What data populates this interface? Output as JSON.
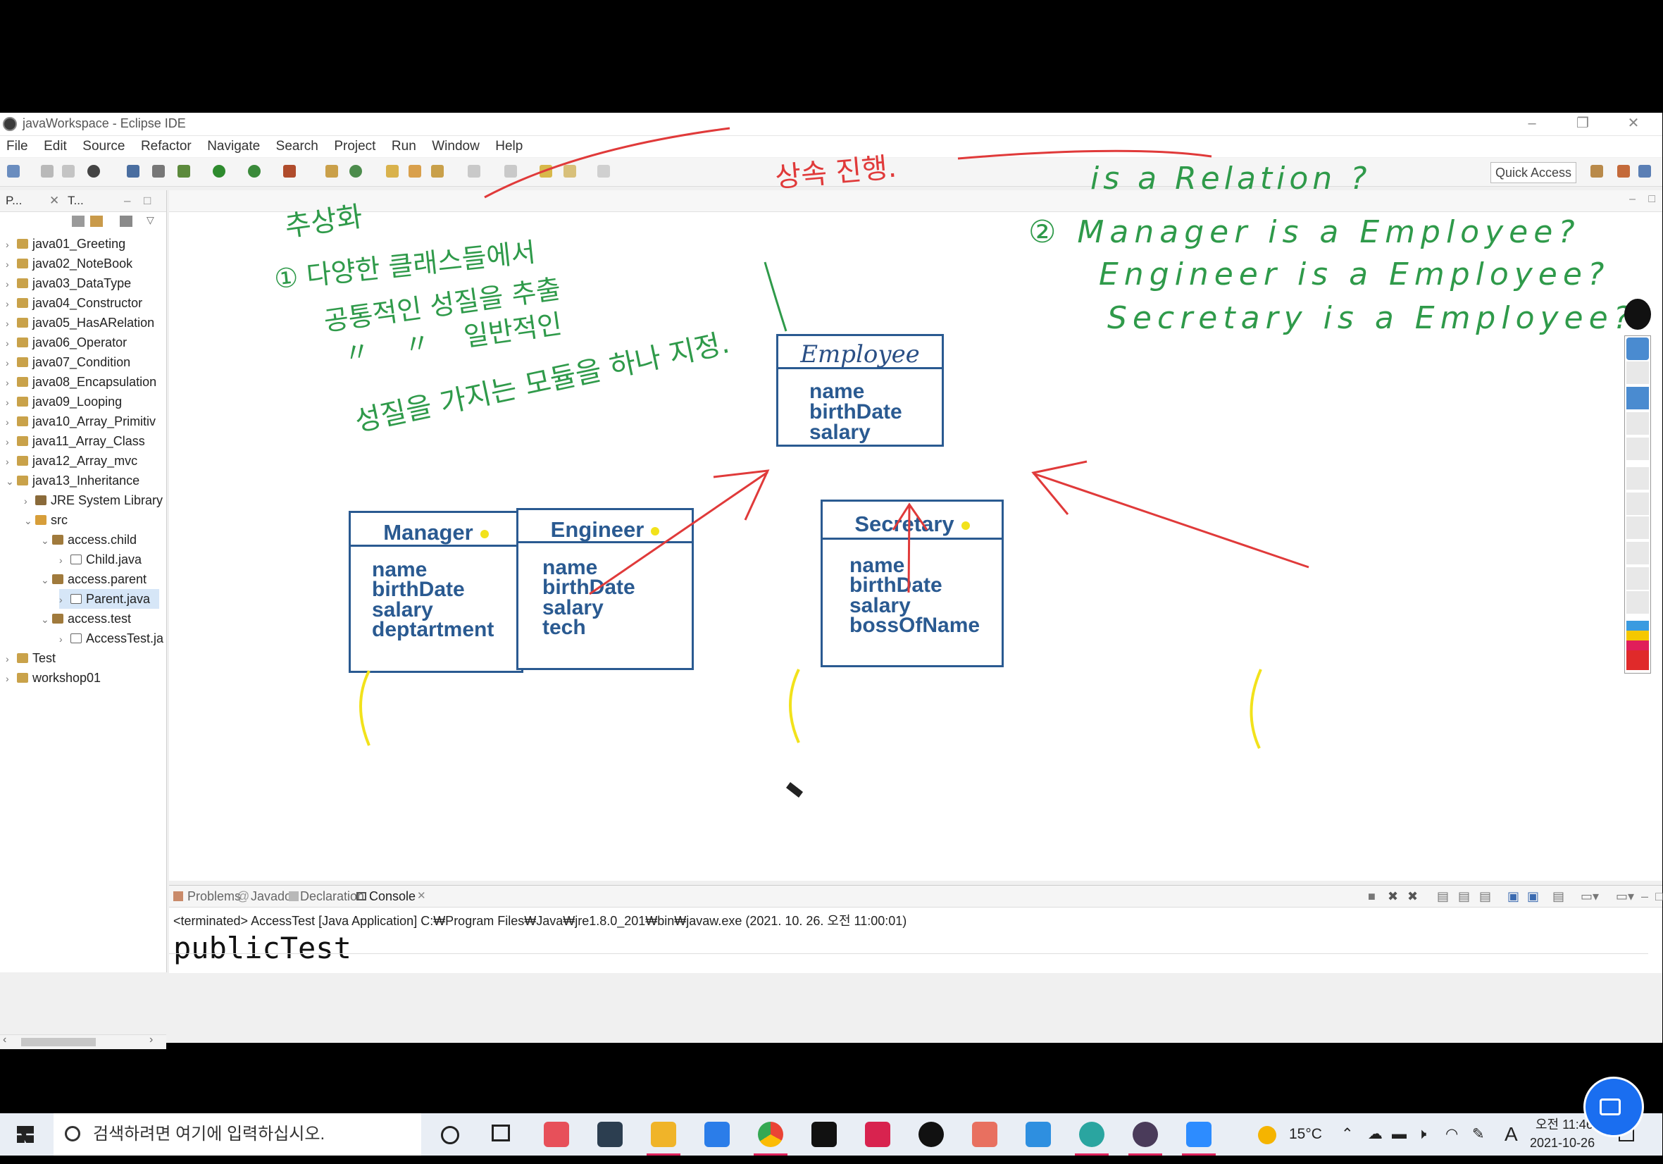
{
  "window": {
    "title": "javaWorkspace - Eclipse IDE"
  },
  "menu": [
    "File",
    "Edit",
    "Source",
    "Refactor",
    "Navigate",
    "Search",
    "Project",
    "Run",
    "Window",
    "Help"
  ],
  "toolbar": {
    "quick_access": "Quick Access"
  },
  "left_tabs": {
    "tab1": "P...",
    "tab2": "T..."
  },
  "tree": [
    {
      "label": "java01_Greeting"
    },
    {
      "label": "java02_NoteBook"
    },
    {
      "label": "java03_DataType"
    },
    {
      "label": "java04_Constructor"
    },
    {
      "label": "java05_HasARelation"
    },
    {
      "label": "java06_Operator"
    },
    {
      "label": "java07_Condition"
    },
    {
      "label": "java08_Encapsulation"
    },
    {
      "label": "java09_Looping"
    },
    {
      "label": "java10_Array_Primitiv"
    },
    {
      "label": "java11_Array_Class"
    },
    {
      "label": "java12_Array_mvc"
    },
    {
      "label": "java13_Inheritance"
    },
    {
      "label": "JRE System Library"
    },
    {
      "label": "src"
    },
    {
      "label": "access.child"
    },
    {
      "label": "Child.java"
    },
    {
      "label": "access.parent"
    },
    {
      "label": "Parent.java"
    },
    {
      "label": "access.test"
    },
    {
      "label": "AccessTest.ja"
    },
    {
      "label": "Test"
    },
    {
      "label": "workshop01"
    }
  ],
  "uml": {
    "employee": {
      "title": "Employee",
      "attrs": [
        "name",
        "birthDate",
        "salary"
      ]
    },
    "manager": {
      "title": "Manager",
      "attrs": [
        "name",
        "birthDate",
        "salary",
        "deptartment"
      ]
    },
    "engineer": {
      "title": "Engineer",
      "attrs": [
        "name",
        "birthDate",
        "salary",
        "tech"
      ]
    },
    "secretary": {
      "title": "Secretary",
      "attrs": [
        "name",
        "birthDate",
        "salary",
        "bossOfName"
      ]
    }
  },
  "handwriting": {
    "inheritance_note": "상속 진행.",
    "relation_q": "is a Relation ?",
    "abstraction": "추상화",
    "line1": "① 다양한 클래스들에서",
    "line2": "공통적인 성질을 추출",
    "line3": "〃    〃    일반적인",
    "line4": "성질을 가지는 모듈을 하나 지정.",
    "q1": "② Manager is a Employee?",
    "q2": "Engineer is a Employee?",
    "q3": "Secretary is a Employee?"
  },
  "bottom_tabs": {
    "problems": "Problems",
    "javadoc": "Javadoc",
    "declaration": "Declaration",
    "console": "Console"
  },
  "console": {
    "status": "<terminated> AccessTest [Java Application] C:₩Program Files₩Java₩jre1.8.0_201₩bin₩javaw.exe (2021. 10. 26. 오전 11:00:01)",
    "output": "publicTest"
  },
  "taskbar": {
    "search_placeholder": "검색하려면 여기에 입력하십시오.",
    "weather": "15°C",
    "ime": "A",
    "time": "오전 11:46",
    "date": "2021-10-26"
  },
  "colors": {
    "uml_blue": "#2a5a91",
    "ink_green": "#2f9a4a",
    "ink_red": "#e03a3a",
    "highlight_yellow": "#f2e21b"
  }
}
